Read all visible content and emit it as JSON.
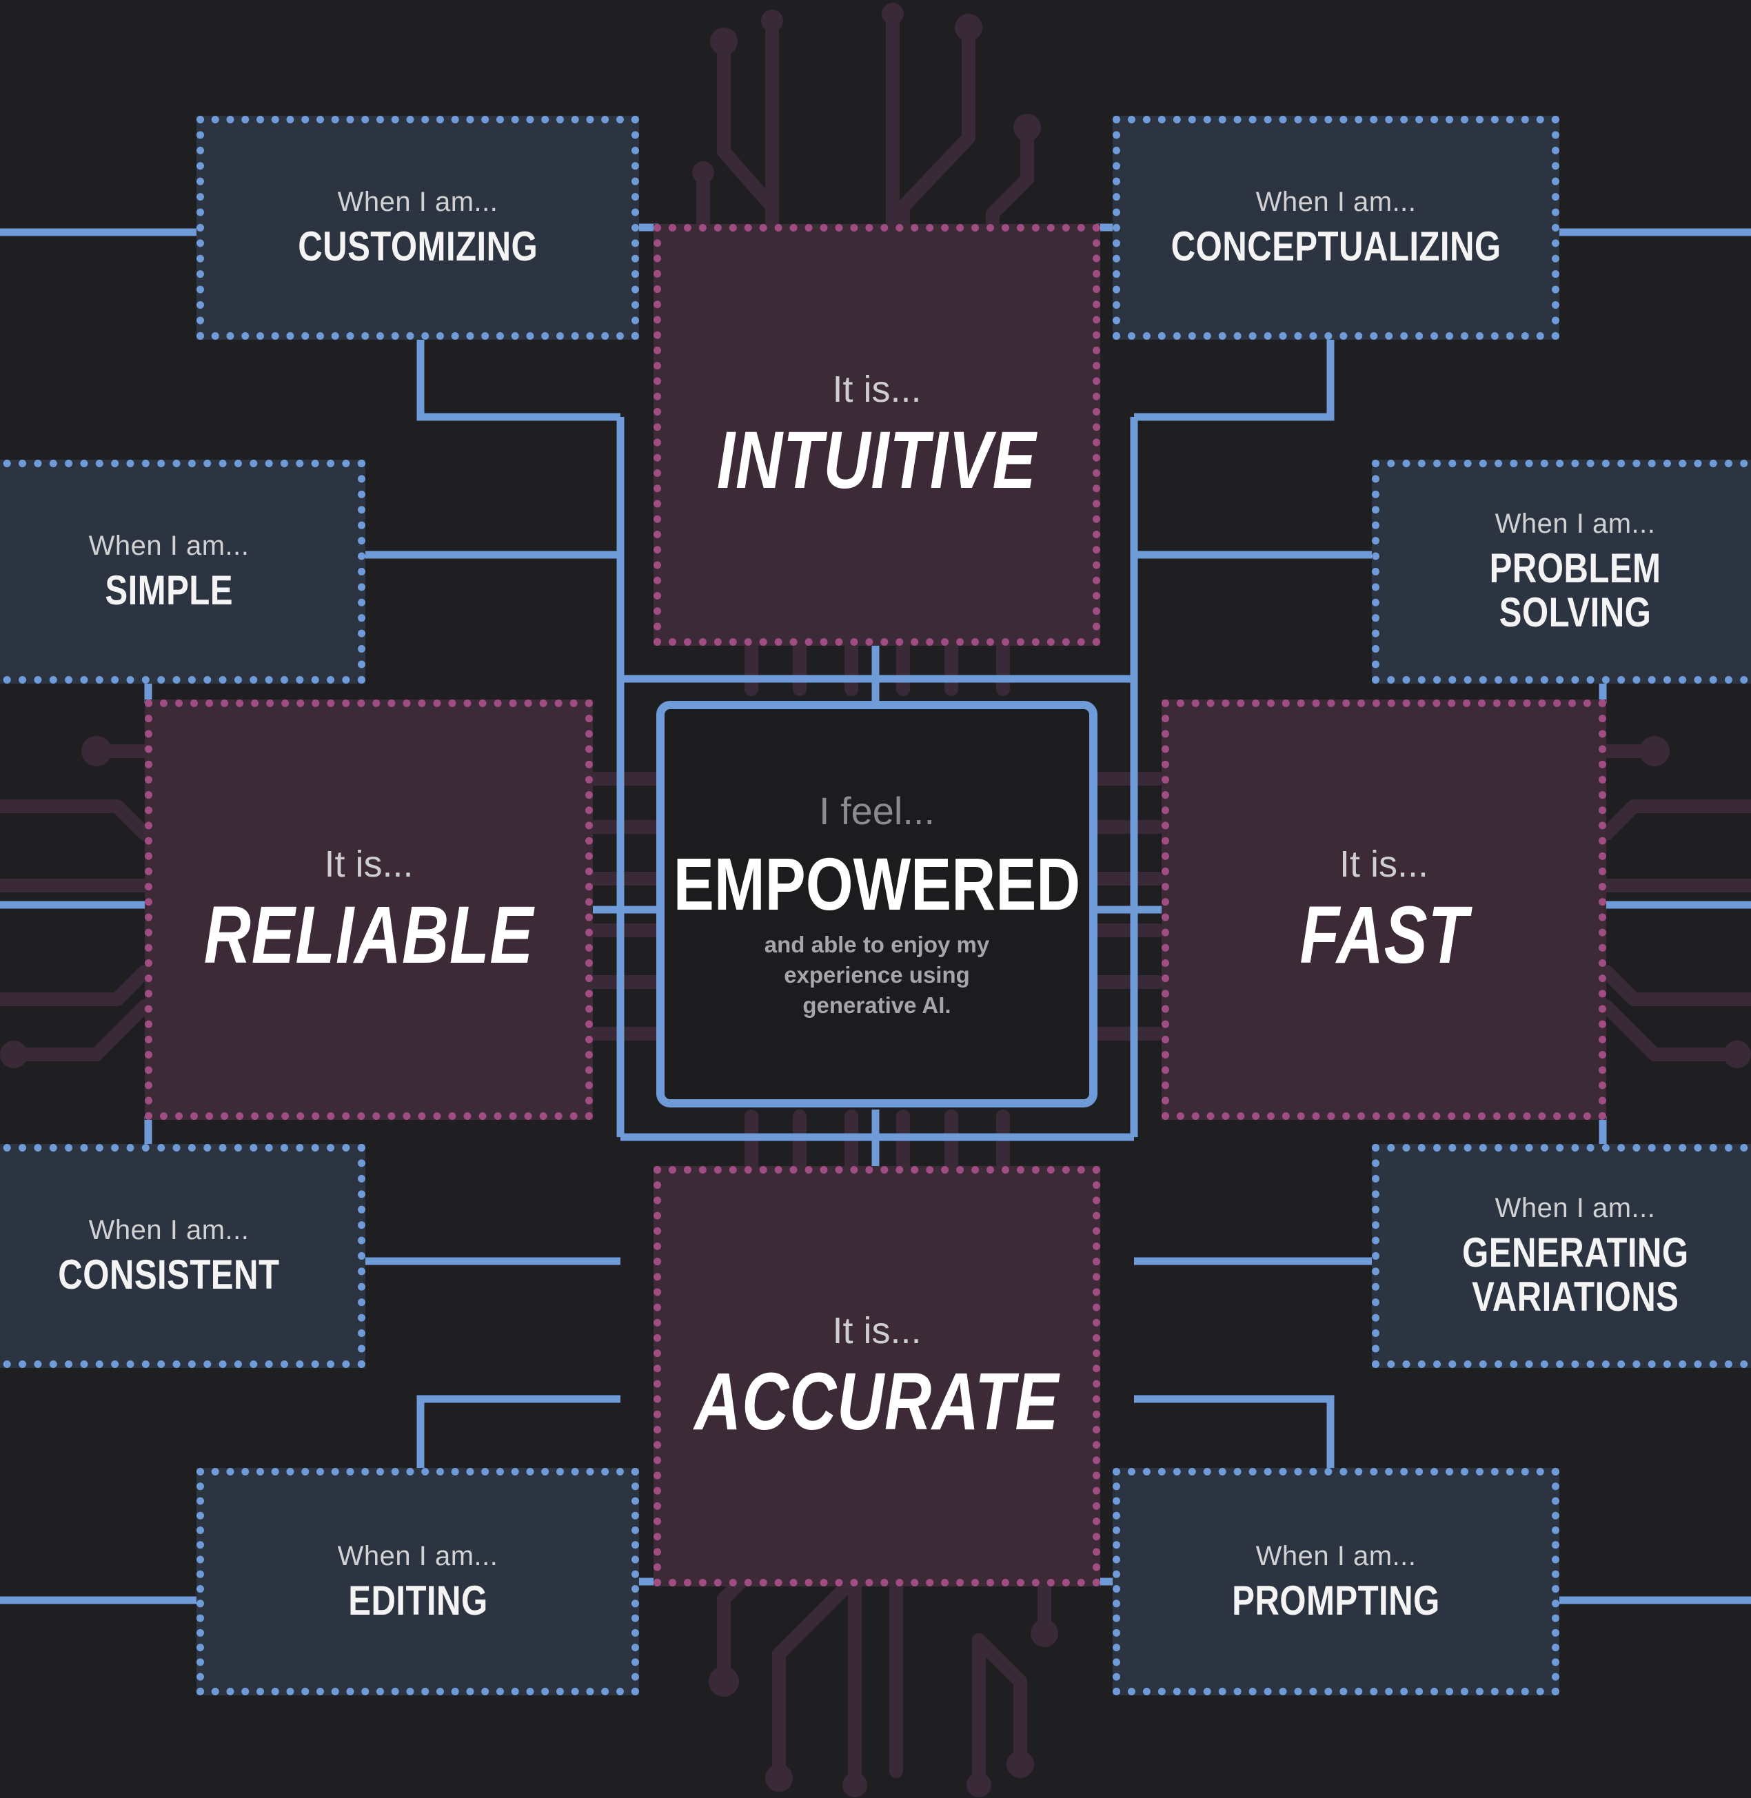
{
  "palette": {
    "background": "#1f1e21",
    "context_fill": "#2c3441",
    "context_border": "#6f9bd8",
    "quality_fill": "#3c2a36",
    "quality_border": "#a04d84",
    "circuit_trace": "#3a2a38",
    "connector": "#6f9bd8"
  },
  "center": {
    "lead": "I feel...",
    "title": "EMPOWERED",
    "subtitle": "and able to enjoy my experience using generative AI."
  },
  "qualities": {
    "top": {
      "lead": "It is...",
      "title": "INTUITIVE"
    },
    "left": {
      "lead": "It is...",
      "title": "RELIABLE"
    },
    "right": {
      "lead": "It is...",
      "title": "FAST"
    },
    "bottom": {
      "lead": "It is...",
      "title": "ACCURATE"
    }
  },
  "contexts": {
    "customizing": {
      "lead": "When I am...",
      "title": "CUSTOMIZING"
    },
    "conceptualizing": {
      "lead": "When I am...",
      "title": "CONCEPTUALIZING"
    },
    "simple": {
      "lead": "When I am...",
      "title": "SIMPLE"
    },
    "problem_solving": {
      "lead": "When I am...",
      "title": "PROBLEM SOLVING"
    },
    "consistent": {
      "lead": "When I am...",
      "title": "CONSISTENT"
    },
    "generating_variations": {
      "lead": "When I am...",
      "title": "GENERATING\nVARIATIONS"
    },
    "editing": {
      "lead": "When I am...",
      "title": "EDITING"
    },
    "prompting": {
      "lead": "When I am...",
      "title": "PROMPTING"
    }
  }
}
